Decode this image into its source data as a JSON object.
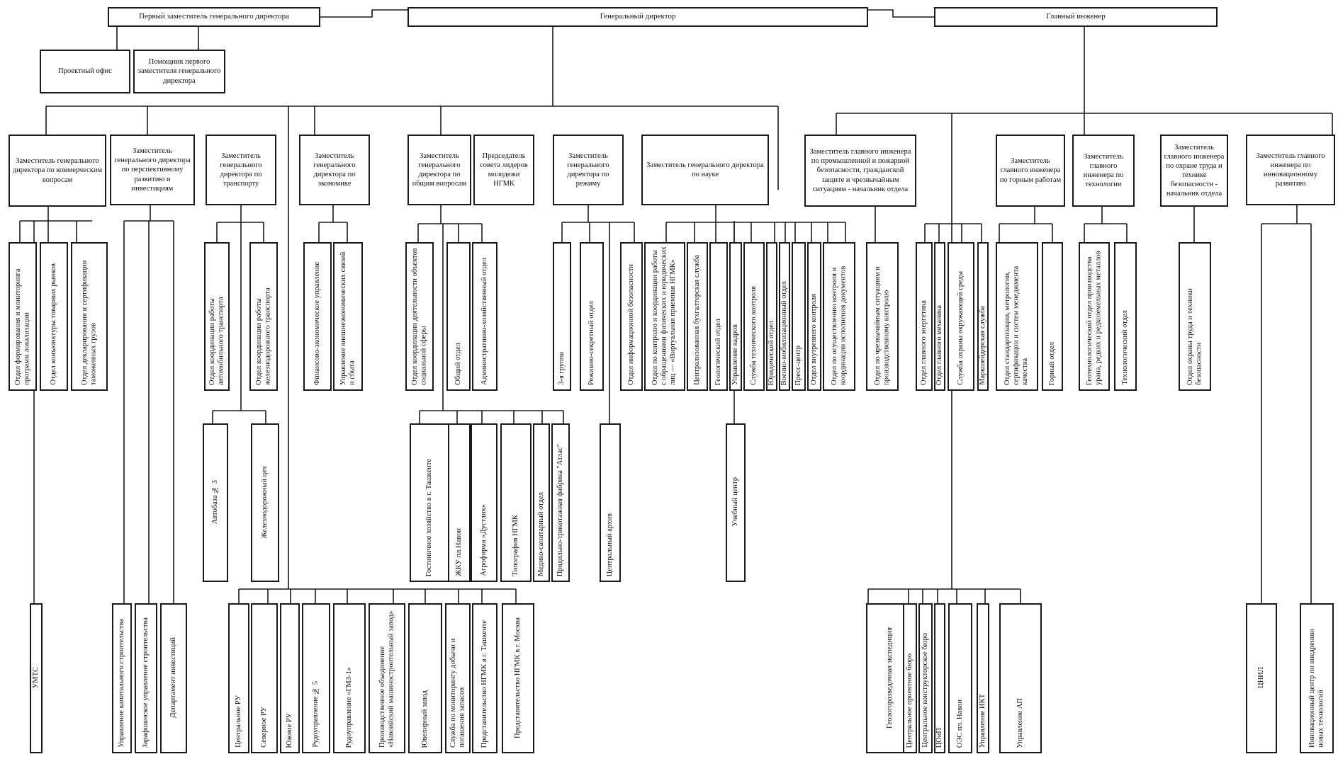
{
  "top": {
    "ceo": "Генеральный директор",
    "first_deputy": "Первый заместитель генерального директора",
    "chief_engineer": "Главный инженер",
    "project_office": "Проектный офис",
    "assistant": "Помощник первого заместителя генерального директора"
  },
  "deputies": {
    "commercial": "Заместитель генерального директора по коммерческим вопросам",
    "development": "Заместитель генерального директора по перспективному развитию и инвестициям",
    "transport": "Заместитель генерального директора по транспорту",
    "economics": "Заместитель генерального директора по экономике",
    "general": "Заместитель генерального директора по общим вопросам",
    "youth": "Председатель совета лидеров молодежи НГМК",
    "regime": "Заместитель генерального директора по режиму",
    "science": "Заместитель генерального директора по науке",
    "ce_safety": "Заместитель главного инженера по промышленной и пожарной безопасности, гражданской защите и чрезвычайным ситуациям - начальник отдела",
    "ce_mining": "Заместитель главного инженера по горным работам",
    "ce_tech": "Заместитель главного инженера по технологии",
    "ce_labor": "Заместитель главного инженера по охране труда и технике безопасности - начальник отдела",
    "ce_innov": "Заместитель главного инженера по инновационному развитию"
  },
  "departments": {
    "d01": "Отдел формирования и мониторинга программ локализации",
    "d02": "Отдел конъюнктуры товарных рынков",
    "d03": "Отдел декларирования и сертификации таможенных грузов",
    "d04": "Отдел координации работы автомобильного транспорта",
    "d05": "Отдел координации работы железнодорожного транспорта",
    "d06": "Финансово-экономическое управление",
    "d07": "Управление внешнеэкономических связей и сбыта",
    "d08": "Отдел координации деятельности объектов социальной сферы",
    "d09": "Общий отдел",
    "d10": "Административно-хозяйственный отдел",
    "d11": "3-я группа",
    "d12": "Режимно-секретный отдел",
    "d13": "Отдел информационной безопасности",
    "d14": "Отдел по контролю и координации работы с обращениями физических и юридических лиц — «Виртуальная приемная НГМК»",
    "d15": "Централизованная бухгалтерская служба",
    "d16": "Геологический отдел",
    "d17": "Управление кадров",
    "d18": "Служба технического контроля",
    "d19": "Юридический отдел",
    "d20": "Военно-мобилизационный отдел",
    "d21": "Пресс-центр",
    "d22": "Отдел внутреннего контроля",
    "d23": "Отдел по осуществлению контроля и координации исполнения документов",
    "d24": "Отдел по чрезвычайным ситуациям и производственному контролю",
    "d25": "Отдел главного энергетика",
    "d26": "Отдел главного механика",
    "d27": "Служба охраны окружающей среды",
    "d28": "Маркшейдерская служба",
    "d29": "Отдел стандартизации, метрологии, сертификации и систем менеджмента качества",
    "d30": "Горный отдел",
    "d31": "Геотехнологический отдел производства урана, редких и редкоземельных металлов",
    "d32": "Технологический отдел",
    "d33": "Отдел охраны труда и техники безопасности"
  },
  "units_mid": {
    "m01": "Автобаза № 3",
    "m02": "Железнодорожный цех",
    "m03": "Гостиничное хозяйство в г. Ташкенте",
    "m04": "ЖКУ пл.Навои",
    "m05": "Агрофирма «Дустлик»",
    "m06": "Типография НГМК",
    "m07": "Медико-санитарный отдел",
    "m08": "Прядильно-трикотажная фабрика \"Атлас\"",
    "m09": "Центральный архив",
    "m10": "Учебный центр"
  },
  "units_bottom": {
    "b01": "УМТС",
    "b02": "Управление капитального строительства",
    "b03": "Зарафшанское управление строительства",
    "b04": "Департамент инвестиций",
    "b05": "Центральное РУ",
    "b06": "Северное РУ",
    "b07": "Южное РУ",
    "b08": "Рудоуправление № 5",
    "b09": "Рудоуправление «ГМЗ-1»",
    "b10": "Производственное объединение «Навоийский машиностроительный завод»",
    "b11": "Ювелирный завод",
    "b12": "Служба по мониторингу добычи и погашения запасов",
    "b13": "Представительство НГМК в г. Ташкенте",
    "b14": "Представительство НГМК в г. Москва",
    "b15": "Геологоразведочная экспедиция",
    "b16": "Центральное проектное бюро",
    "b17": "Центральное конструкторское бюро",
    "b18": "ЦОиП",
    "b19": "ОЭС пл. Навои",
    "b20": "Управление ИКТ",
    "b21": "Управление АП",
    "b22": "ЦНИЛ",
    "b23": "Инновационный центр по внедрению новых технологий"
  }
}
